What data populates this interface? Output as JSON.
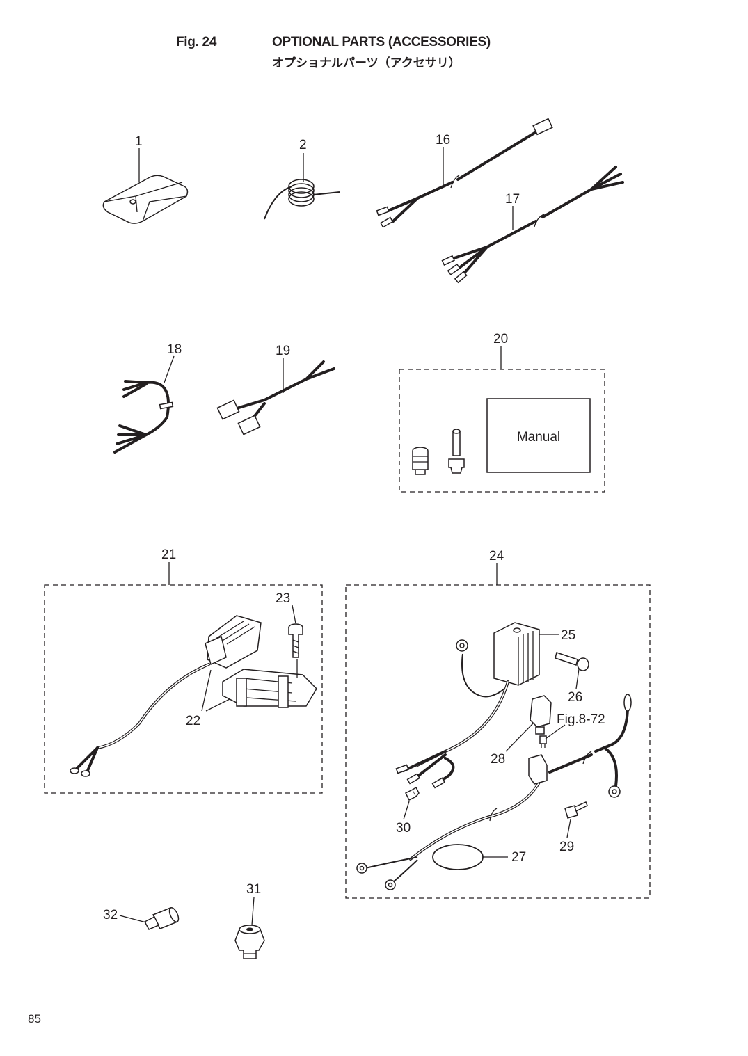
{
  "header": {
    "fig_label": "Fig. 24",
    "title": "OPTIONAL PARTS (ACCESSORIES)",
    "title_jp": "オプショナルパーツ（アクセサリ）"
  },
  "callouts": {
    "c1": "1",
    "c2": "2",
    "c16": "16",
    "c17": "17",
    "c18": "18",
    "c19": "19",
    "c20": "20",
    "c21": "21",
    "c22": "22",
    "c23": "23",
    "c24": "24",
    "c25": "25",
    "c26": "26",
    "c27": "27",
    "c28": "28",
    "c29": "29",
    "c30": "30",
    "c31": "31",
    "c32": "32"
  },
  "manual_label": "Manual",
  "fig_ref": "Fig.8-72",
  "page_number": "85"
}
